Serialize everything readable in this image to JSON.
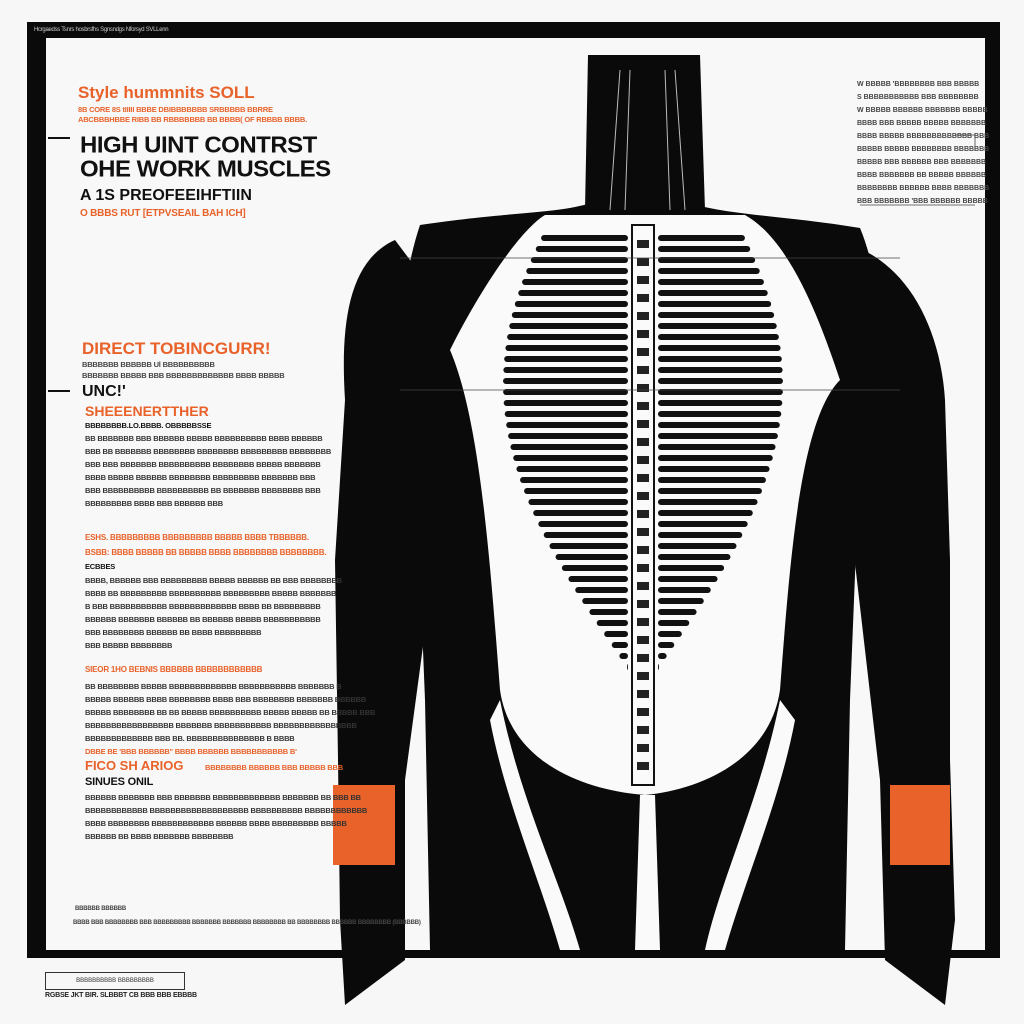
{
  "top_strip": "Hcrgaedss Tsnrs hosbrsfhs Sgnsndgs Nforsyd SVLLenn",
  "header": {
    "kicker": "Style hummnits SOLL",
    "kicker_lines": [
      "8B CORE 8S tIIIII BBBE DBIBBBBBBB SRBBBBB BBRRE",
      "ABCBBBHBBE RIBB BB RBBBBBBB BB BBBB( OF RBBBB BBBB."
    ],
    "title_lines": [
      "HIGH UINT CONTRST",
      "OHE WORK MUSCLES"
    ],
    "subtitle": "A  1S PREOFEEIHFTIIN",
    "subtitle_note": "O BBBS RUT [ETPVSEAIL BAH ICH]"
  },
  "section1": {
    "heading": "DIRECT TOBINCGURR!",
    "lines": [
      "BBBBBBB BBBBBB Ul BBBBBBBBBB",
      "BBBBBBB BBBBB BBB BBBBBBBBBBBBB BBBB BBBBB"
    ],
    "tag": "UNC!'"
  },
  "section2": {
    "heading": "SHEEENERTTHER",
    "subheading": "BBBBBBBB.LO.BBBB. OBBBBBSSE",
    "paragraph": [
      "BB BBBBBBB BBB BBBBBB BBBBB BBBBBBBBBB BBBB BBBBBB",
      "BBB BB BBBBBBB BBBBBBBB BBBBBBBB BBBBBBBBB BBBBBBBB",
      "BBB BBB BBBBBBB BBBBBBBBBB BBBBBBBB BBBBB BBBBBBB",
      "BBBB BBBBB BBBBBB BBBBBBBB BBBBBBBBB BBBBBBB BBB",
      "BBB BBBBBBBBBB BBBBBBBBBB BB BBBBBBB BBBBBBBB BBB",
      "BBBBBBBBB BBBB BBB BBBBBB BBB"
    ]
  },
  "section3": {
    "heading_lines": [
      "ESHS. BBBBBBBBB BBBBBBBBB BBBBB BBBB TBBBBBB.",
      "BSBB: BBBB BBBBB BB BBBBB BBBB BBBBBBBB BBBBBBBB."
    ],
    "subheading": "ECBBES",
    "paragraph": [
      "BBBB, BBBBBB BBB BBBBBBBBB BBBBB BBBBBB BB BBB BBBBBBBB",
      "BBBB BB BBBBBBBBB BBBBBBBBBB BBBBBBBBB BBBBB BBBBBBB",
      "B BBB BBBBBBBBBBB BBBBBBBBBBBBB BBBB BB BBBBBBBBB",
      "BBBBBB BBBBBBB BBBBBB BB BBBBBB BBBBB BBBBBBBBBBB",
      "BBB BBBBBBBB BBBBBB BB BBBB BBBBBBBBB",
      "BBB BBBBB BBBBBBBB"
    ]
  },
  "section4": {
    "heading": "SIEOR 1HO BEBNIS BBBBBB BBBBBBBBBBBB",
    "paragraph": [
      "BB BBBBBBBB BBBBB BBBBBBBBBBBBB BBBBBBBBBBB BBBBBBB B",
      "BBBBB BBBBBB BBBB BBBBBBBB BBBB BBB BBBBBBBB BBBBBBB BBBBBB",
      "BBBBB BBBBBBBB BB BB BBBBB BBBBBBBBBB BBBBB BBBBB BB BBBBB BBB",
      "BBBBBBBBBBBBBBBBB BBBBBBB BBBBBBBBBBB BBBBBBBBBBBBBBBB",
      "BBBBBBBBBBBBB BBB BB. BBBBBBBBBBBBBBB B BBBB"
    ],
    "note": "DBBE BE 'BBB BBBBBB'' BBBB BBBBBB BBBBBBBBBBB B'"
  },
  "section5": {
    "heading": "FICO SH ARIOG",
    "heading_tail": "BBBBBBBB BBBBBB BBB BBBBB BBB",
    "subheading": "SINUES ONIL",
    "paragraph": [
      "BBBBBB BBBBBBB BBB BBBBBBB BBBBBBBBBBBBB BBBBBBB BB BBB BB",
      "BBBBBBBBBBBB BBBBBBBBBBBBBBBBBBB BBBBBBBBBB BBBBBBBBBBBB",
      "BBBB BBBBBBBB BBBBBBBBBBBB BBBBBB BBBB BBBBBBBBB BBBBB",
      "BBBBBB BB BBBB BBBBBBB BBBBBBBB"
    ]
  },
  "footer": {
    "label": "BBBBBB BBBBBB",
    "line": "BBBB BBB BBBBBBBB BBB BBBBBBBBB BBBBBBB BBBBBBB BBBBBBBB BB BBBBBBBB BBBBBB BBBBBBBB (BBBBBB)",
    "stamp_top": "BBBBBBBBBB BBBBBBBBB",
    "stamp_bottom": "RGBSE JKT BIR. SLBBBT CB BBB BBB EBBBB"
  },
  "right_notes": [
    "W BBBBB 'BBBBBBBB BBB BBBBB",
    "S BBBBBBBBBBB BBB BBBBBBBB",
    "W BBBBB BBBBBB BBBBBBB BBBBB",
    "BBBB BBB BBBBB BBBBB BBBBBBB",
    "BBBB BBBBB BBBBBBBBBBBBB BBB",
    "BBBBB BBBBB BBBBBBBB BBBBBBB",
    "BBBBB BBB BBBBBB BBB BBBBBBB",
    "BBBB BBBBBBB BB BBBBB BBBBBB",
    "BBBBBBBB BBBBBB BBBB BBBBBBB",
    "BBB BBBBBBB 'BBB BBBBBB BBBBB"
  ],
  "colors": {
    "accent": "#e8622a",
    "ink": "#0a0a0a",
    "paper": "#f8f8f8"
  }
}
